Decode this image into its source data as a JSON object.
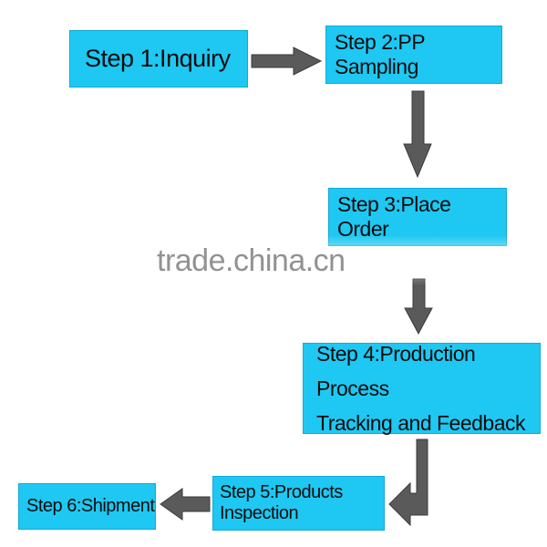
{
  "steps": {
    "step1": "Step 1:Inquiry",
    "step2": "Step 2:PP Sampling",
    "step3": "Step 3:Place Order",
    "step4_line1": "Step 4:Production Process",
    "step4_line2": "Tracking and Feedback",
    "step5": "Step 5:Products Inspection",
    "step6": "Step 6:Shipment"
  },
  "watermark": "trade.china.cn",
  "colors": {
    "box_fill": "#1ec8f2",
    "arrow_fill": "#5a5a5a"
  }
}
